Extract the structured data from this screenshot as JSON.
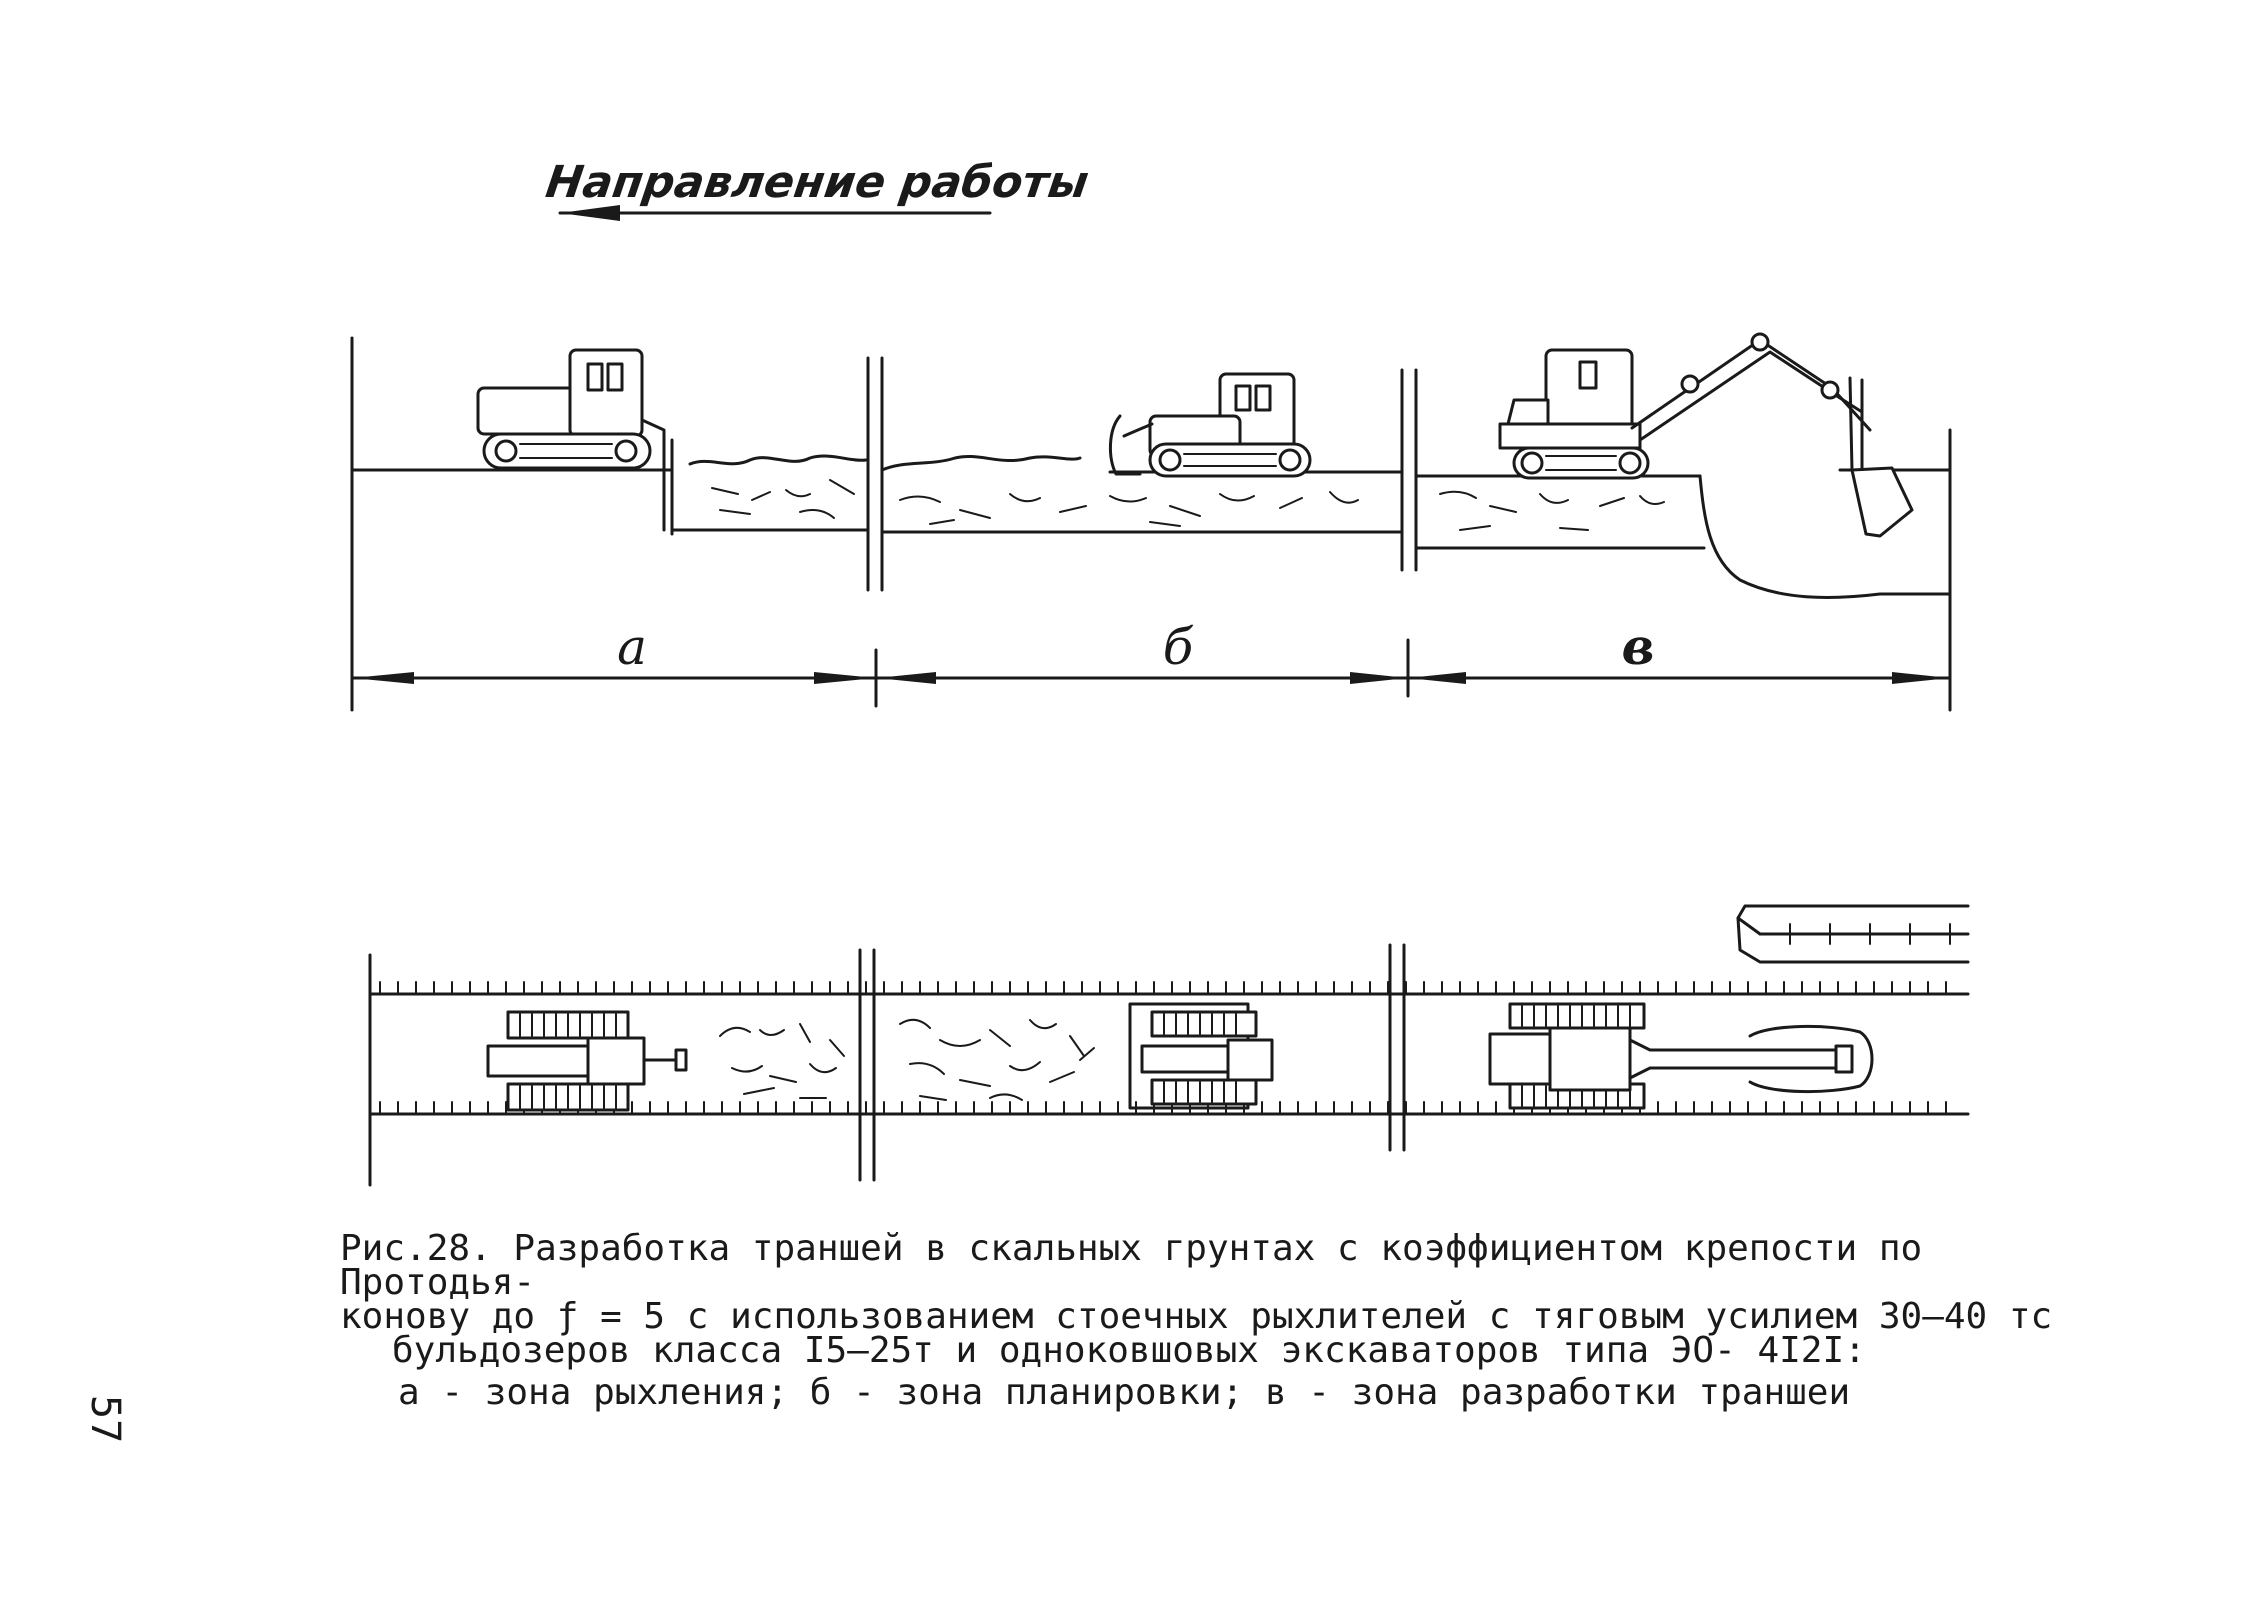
{
  "diagram": {
    "direction_label": "Направление работы",
    "zones": [
      {
        "id": "a",
        "label": "а"
      },
      {
        "id": "b",
        "label": "б"
      },
      {
        "id": "v",
        "label": "в"
      }
    ]
  },
  "caption": {
    "line1": "Рис.28. Разработка траншей в скальных грунтах с коэффициентом крепости по Протодья-",
    "line2": "конову до ƒ = 5 с использованием стоечных рыхлителей с тяговым усилием 30–40 тс",
    "line3": "бульдозеров класса I5–25т и одноковшовых экскаваторов типа ЭО- 4I2I:",
    "legend": "а - зона рыхления; б - зона планировки; в - зона разработки траншеи"
  },
  "page_number": "57"
}
